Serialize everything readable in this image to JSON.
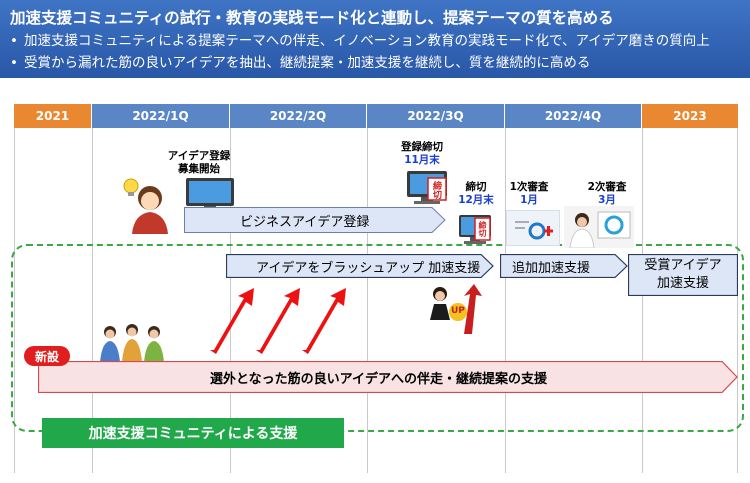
{
  "header": {
    "title": "加速支援コミュニティの試行・教育の実践モード化と連動し、提案テーマの質を高める",
    "bullets": [
      "加速支援コミュニティによる提案テーマへの伴走、イノベーション教育の実践モード化で、アイデア磨きの質向上",
      "受賞から漏れた筋の良いアイデアを抽出、継続提案・加速支援を継続し、質を継続的に高める"
    ],
    "bullet_symbol": "•"
  },
  "timeline": {
    "periods": [
      "2021",
      "2022/1Q",
      "2022/2Q",
      "2022/3Q",
      "2022/4Q",
      "2023"
    ]
  },
  "labels": {
    "idea_recruit_start": [
      "アイデア登録",
      "募集開始"
    ],
    "reg_deadline": "登録締切",
    "reg_deadline_date": "11月末",
    "deadline": "締切",
    "deadline_date": "12月末",
    "first_review": "1次審査",
    "first_review_date": "1月",
    "second_review": "2次審査",
    "second_review_date": "3月",
    "sign_text": "締切",
    "up_badge": "UP"
  },
  "arrows": {
    "business_idea_reg": "ビジネスアイデア登録",
    "brushup": "アイデアをブラッシュアップ 加速支援",
    "additional": "追加加速支援",
    "awarded": [
      "受賞アイデア",
      "加速支援"
    ],
    "continuation": "選外となった筋の良いアイデアへの伴走・継続提案の支援"
  },
  "new_badge": "新設",
  "community": "加速支援コミュニティによる支援",
  "colors": {
    "header_blue": "#2f5fb3",
    "period_blue": "#5b86c6",
    "period_orange": "#e98830",
    "arrow_fill": "#dde6f6",
    "pink_arrow": "#f8e2e4",
    "red_arrow": "#ee1111",
    "green": "#21a84a",
    "dashed_green": "#3aa844",
    "new_red": "#e01e1e"
  }
}
